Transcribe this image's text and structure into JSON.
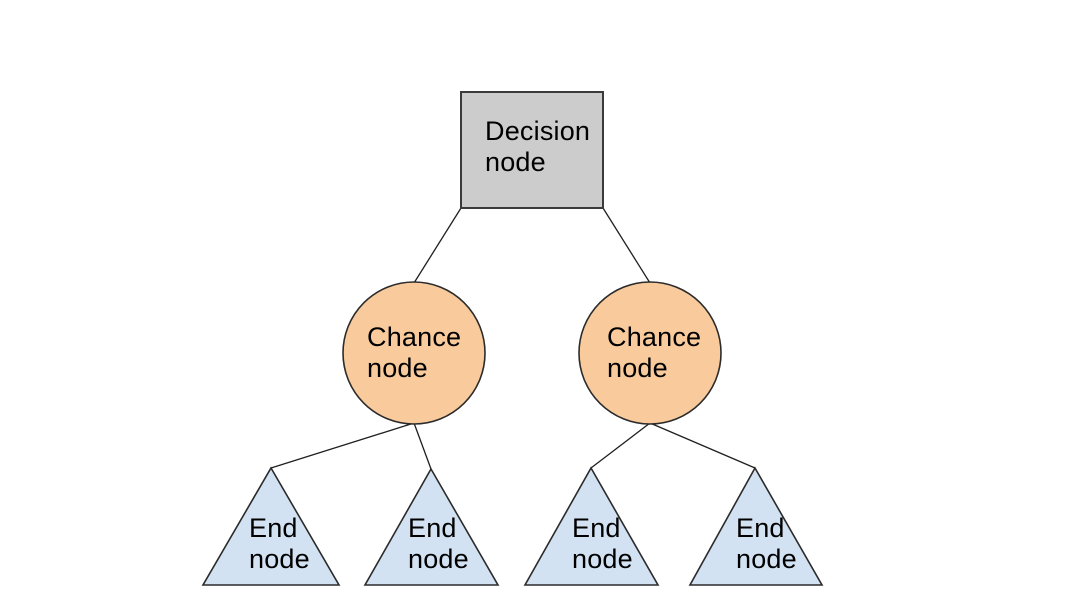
{
  "diagram": {
    "type": "decision-tree",
    "background": "#ffffff",
    "colors": {
      "decision_fill": "#cccccc",
      "chance_fill": "#f8ca9c",
      "end_fill": "#d3e2f2",
      "shape_stroke": "#2b2b2b",
      "edge_stroke": "#1f1f1f",
      "text": "#000000"
    },
    "nodes": {
      "decision": {
        "label": "Decision\nnode",
        "shape": "square"
      },
      "chance_left": {
        "label": "Chance\nnode",
        "shape": "circle"
      },
      "chance_right": {
        "label": "Chance\nnode",
        "shape": "circle"
      },
      "end_1": {
        "label": "End\nnode",
        "shape": "triangle"
      },
      "end_2": {
        "label": "End\nnode",
        "shape": "triangle"
      },
      "end_3": {
        "label": "End\nnode",
        "shape": "triangle"
      },
      "end_4": {
        "label": "End\nnode",
        "shape": "triangle"
      }
    },
    "edges": [
      {
        "from": "decision",
        "to": "chance_left"
      },
      {
        "from": "decision",
        "to": "chance_right"
      },
      {
        "from": "chance_left",
        "to": "end_1"
      },
      {
        "from": "chance_left",
        "to": "end_2"
      },
      {
        "from": "chance_right",
        "to": "end_3"
      },
      {
        "from": "chance_right",
        "to": "end_4"
      }
    ]
  }
}
